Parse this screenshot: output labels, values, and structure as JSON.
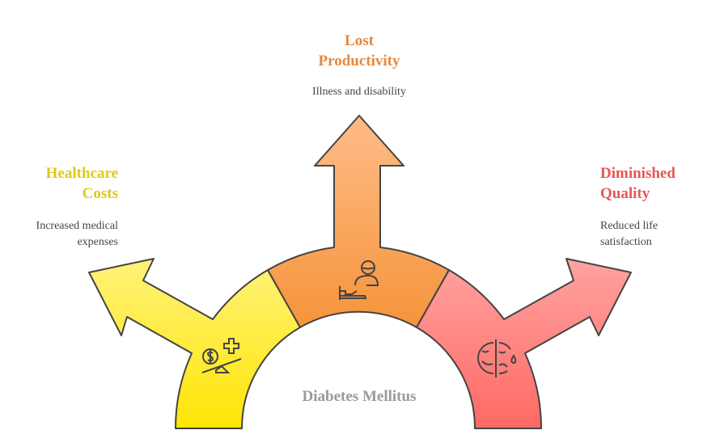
{
  "center": {
    "label": "Diabetes Mellitus"
  },
  "segments": [
    {
      "id": "healthcare-costs",
      "title_lines": [
        "Healthcare",
        "Costs"
      ],
      "description_lines": [
        "Increased medical",
        "expenses"
      ],
      "icon": "money-medical-scale-icon",
      "color": "#FFE500"
    },
    {
      "id": "lost-productivity",
      "title_lines": [
        "Lost",
        "Productivity"
      ],
      "description_lines": [
        "Illness and disability"
      ],
      "icon": "sick-person-bed-icon",
      "color": "#F5963A"
    },
    {
      "id": "diminished-quality",
      "title_lines": [
        "Diminished",
        "Quality"
      ],
      "description_lines": [
        "Reduced life",
        "satisfaction"
      ],
      "icon": "happy-sad-face-icon",
      "color": "#FF6B66"
    }
  ]
}
